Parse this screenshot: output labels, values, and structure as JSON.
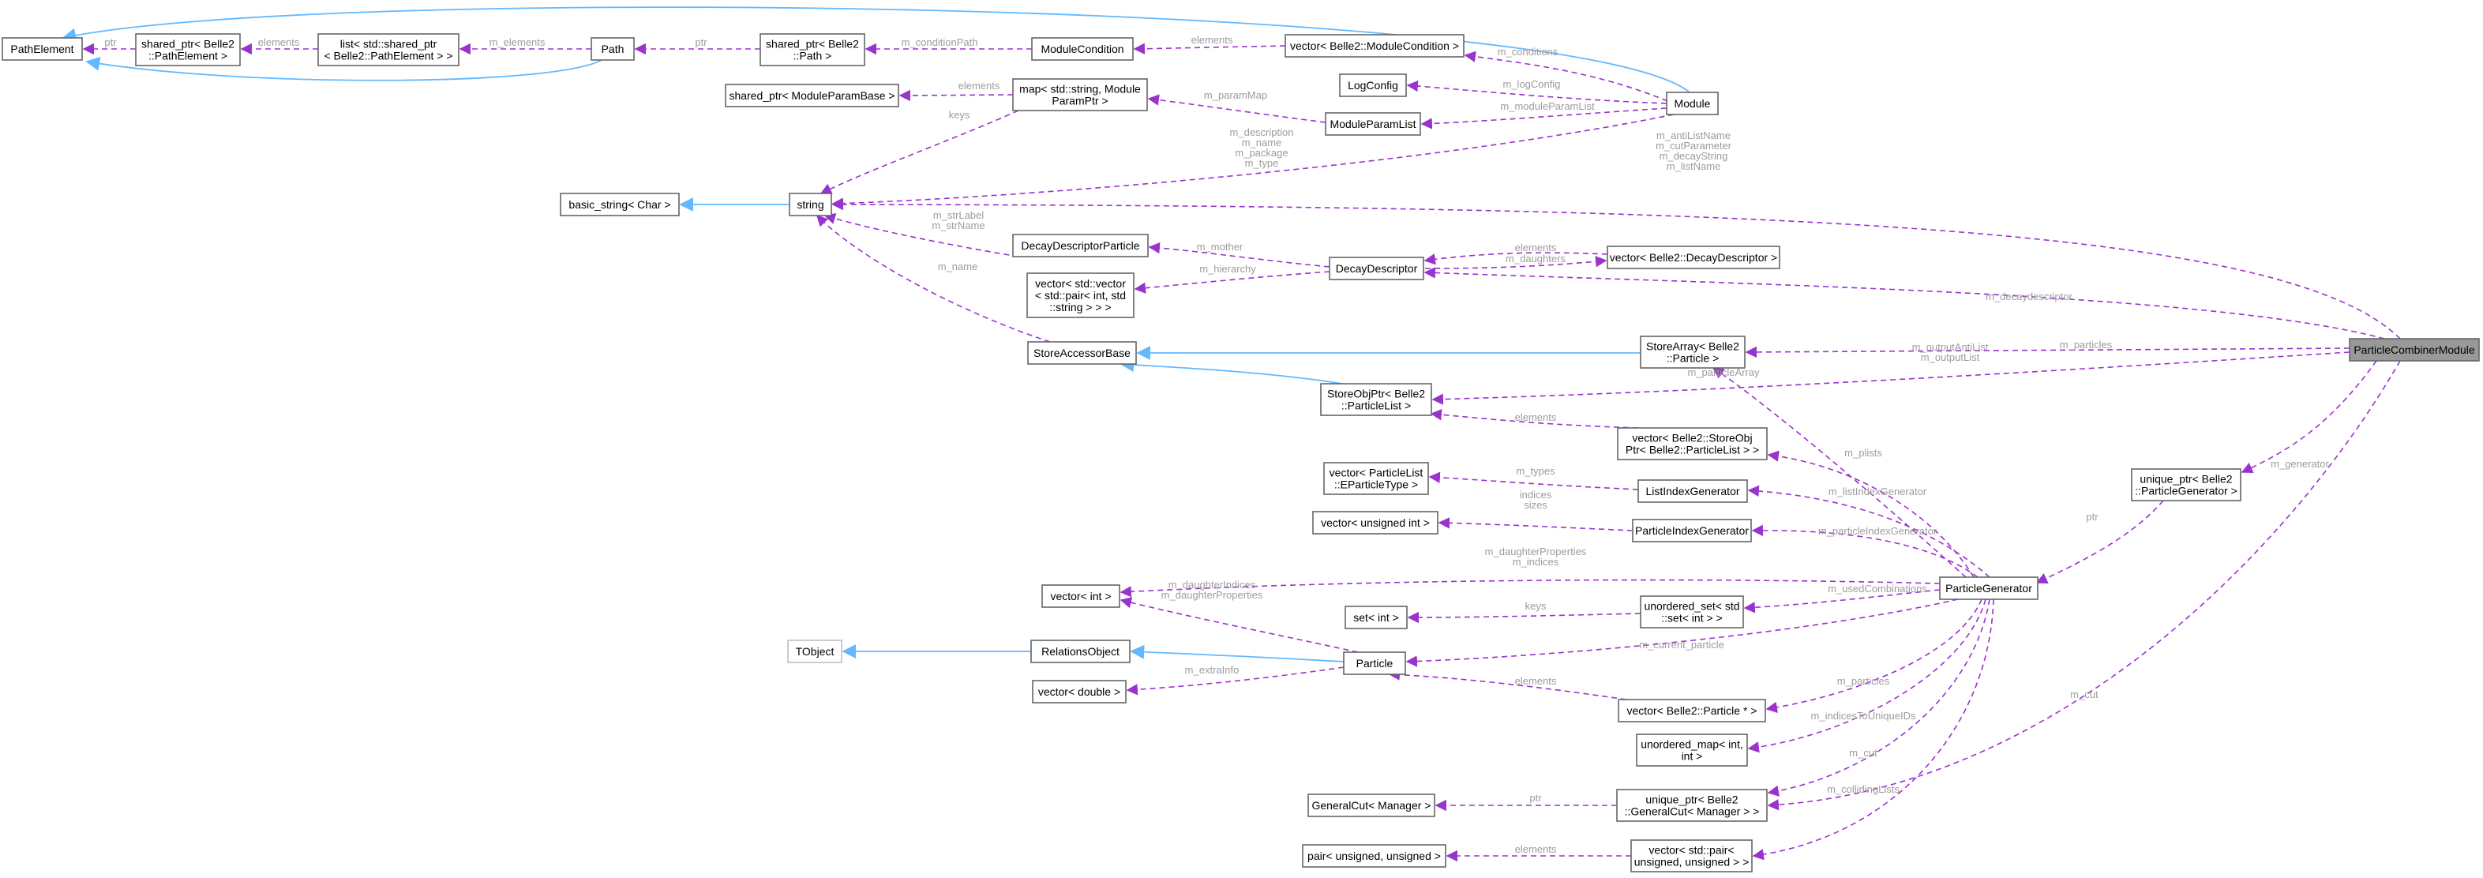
{
  "colors": {
    "node_border": "#666666",
    "external_border": "#bfbfbf",
    "focus_fill": "#999999",
    "usage_edge": "#9a32cd",
    "inheritance_edge": "#63b8ff",
    "edge_label": "#9c9c9c"
  },
  "nodes": {
    "pathElement": [
      "PathElement"
    ],
    "spPathElement": [
      "shared_ptr< Belle2",
      "::PathElement >"
    ],
    "listSpPathElement": [
      "list< std::shared_ptr",
      "< Belle2::PathElement > >"
    ],
    "path": [
      "Path"
    ],
    "spPath": [
      "shared_ptr< Belle2",
      "::Path >"
    ],
    "moduleCondition": [
      "ModuleCondition"
    ],
    "vecModuleCondition": [
      "vector< Belle2::ModuleCondition >"
    ],
    "logConfig": [
      "LogConfig"
    ],
    "moduleParamList": [
      "ModuleParamList"
    ],
    "module": [
      "Module"
    ],
    "spModuleParamBase": [
      "shared_ptr< ModuleParamBase >"
    ],
    "mapModuleParamPtr": [
      "map< std::string, Module",
      "ParamPtr >"
    ],
    "basicString": [
      "basic_string< Char >"
    ],
    "string": [
      "string"
    ],
    "decayDescriptorParticle": [
      "DecayDescriptorParticle"
    ],
    "decayDescriptor": [
      "DecayDescriptor"
    ],
    "vecDecayDescriptor": [
      "vector< Belle2::DecayDescriptor >"
    ],
    "vecPairIntString": [
      "vector< std::vector",
      "< std::pair< int, std",
      "::string > > >"
    ],
    "storeAccessorBase": [
      "StoreAccessorBase"
    ],
    "storeArrayParticle": [
      "StoreArray< Belle2",
      "::Particle >"
    ],
    "storeObjPtrParticleList": [
      "StoreObjPtr< Belle2",
      "::ParticleList >"
    ],
    "particleCombinerModule": [
      "ParticleCombinerModule"
    ],
    "vecStoreObjPtr": [
      "vector< Belle2::StoreObj",
      "Ptr< Belle2::ParticleList > >"
    ],
    "vecEParticleType": [
      "vector< ParticleList",
      "::EParticleType >"
    ],
    "listIndexGenerator": [
      "ListIndexGenerator"
    ],
    "uniquePtrParticleGenerator": [
      "unique_ptr< Belle2",
      "::ParticleGenerator >"
    ],
    "vecUnsignedInt": [
      "vector< unsigned int >"
    ],
    "particleIndexGenerator": [
      "ParticleIndexGenerator"
    ],
    "particleGenerator": [
      "ParticleGenerator"
    ],
    "vecInt": [
      "vector< int >"
    ],
    "setInt": [
      "set< int >"
    ],
    "unorderedSetInt": [
      "unordered_set< std",
      "::set< int > >"
    ],
    "tObject": [
      "TObject"
    ],
    "relationsObject": [
      "RelationsObject"
    ],
    "particle": [
      "Particle"
    ],
    "vecDouble": [
      "vector< double >"
    ],
    "vecParticlePtr": [
      "vector< Belle2::Particle * >"
    ],
    "unorderedMapIntInt": [
      "unordered_map< int,",
      "int >"
    ],
    "generalCutManager": [
      "GeneralCut< Manager >"
    ],
    "uniquePtrGeneralCut": [
      "unique_ptr< Belle2",
      "::GeneralCut< Manager > >"
    ],
    "pairUnsigned": [
      "pair< unsigned, unsigned >"
    ],
    "vecPairUnsigned": [
      "vector< std::pair<",
      "unsigned, unsigned > >"
    ]
  },
  "edge_labels": {
    "ptr_path_element": [
      "ptr"
    ],
    "elements_path_list": [
      "elements"
    ],
    "m_elements": [
      "m_elements"
    ],
    "ptr_path": [
      "ptr"
    ],
    "m_conditionPath": [
      "m_conditionPath"
    ],
    "elements_conditions": [
      "elements"
    ],
    "m_conditions": [
      "m_conditions"
    ],
    "m_logConfig": [
      "m_logConfig"
    ],
    "m_moduleParamList": [
      "m_moduleParamList"
    ],
    "m_paramMap": [
      "m_paramMap"
    ],
    "elements_param_base": [
      "elements"
    ],
    "keys_map": [
      "keys"
    ],
    "module_strings": [
      "m_description",
      "m_name",
      "m_package",
      "m_type"
    ],
    "combiner_strings": [
      "m_antiListName",
      "m_cutParameter",
      "m_decayString",
      "m_listName"
    ],
    "m_strLabel": [
      "m_strLabel",
      "m_strName"
    ],
    "m_mother": [
      "m_mother"
    ],
    "elements_dd": [
      "elements"
    ],
    "m_daughters": [
      "m_daughters"
    ],
    "m_hierarchy": [
      "m_hierarchy"
    ],
    "m_name_store": [
      "m_name"
    ],
    "m_decaydescriptor": [
      "m_decaydescriptor"
    ],
    "m_particles_store": [
      "m_particles"
    ],
    "m_outputAntiList": [
      "m_outputAntiList",
      "m_outputList"
    ],
    "m_particleArray": [
      "m_particleArray"
    ],
    "elements_storeobj": [
      "elements"
    ],
    "m_plists": [
      "m_plists"
    ],
    "m_generator": [
      "m_generator"
    ],
    "m_types": [
      "m_types"
    ],
    "m_listIndexGenerator": [
      "m_listIndexGenerator"
    ],
    "ptr_generator": [
      "ptr"
    ],
    "indices_sizes": [
      "indices",
      "sizes"
    ],
    "m_particleIndexGenerator": [
      "m_particleIndexGenerator"
    ],
    "m_daughterProperties_pg": [
      "m_daughterProperties",
      "m_indices"
    ],
    "m_usedCombinations": [
      "m_usedCombinations"
    ],
    "keys_set": [
      "keys"
    ],
    "m_daughterIndices": [
      "m_daughterIndices",
      "m_daughterProperties"
    ],
    "m_current_particle": [
      "m_current_particle"
    ],
    "m_extraInfo": [
      "m_extraInfo"
    ],
    "elements_particles": [
      "elements"
    ],
    "m_particles_vec": [
      "m_particles"
    ],
    "m_indicesToUniqueIDs": [
      "m_indicesToUniqueIDs"
    ],
    "m_cut_pg": [
      "m_cut"
    ],
    "ptr_cut": [
      "ptr"
    ],
    "m_collidingLists": [
      "m_collidingLists"
    ],
    "elements_pair": [
      "elements"
    ],
    "m_cut_module": [
      "m_cut"
    ]
  }
}
